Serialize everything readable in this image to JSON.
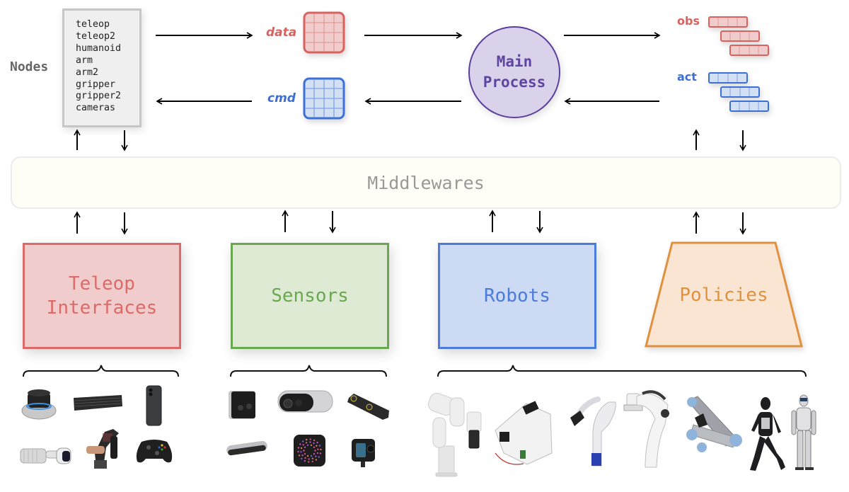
{
  "nodes": {
    "label": "Nodes",
    "items": [
      "teleop",
      "teleop2",
      "humanoid",
      "arm",
      "arm2",
      "gripper",
      "gripper2",
      "cameras"
    ]
  },
  "buffers": {
    "data_label": "data",
    "cmd_label": "cmd",
    "obs_label": "obs",
    "act_label": "act"
  },
  "main_process": {
    "label": "Main\nProcess"
  },
  "middlewares": {
    "label": "Middlewares"
  },
  "blocks": {
    "teleop": "Teleop\nInterfaces",
    "sensors": "Sensors",
    "robots": "Robots",
    "policies": "Policies"
  },
  "devices": {
    "teleop": [
      "spacemouse",
      "keyboard",
      "smartphone",
      "vr-headset",
      "exoskeleton-arm",
      "gamepad"
    ],
    "sensors": [
      "stereo-camera",
      "depth-camera",
      "zed-stereo-camera",
      "realsense-camera",
      "camera-app-icon",
      "action-camera"
    ],
    "robots": [
      "xarm-robot",
      "desktop-arm-robot",
      "kinova-arm-robot",
      "franka-robot",
      "ur-robot",
      "humanoid-robot-dark",
      "humanoid-robot-silver"
    ]
  },
  "colors": {
    "red": "#dc6a67",
    "green": "#69a84f",
    "blue": "#4d7bd9",
    "orange": "#e0913f",
    "purple": "#5e45a0"
  }
}
